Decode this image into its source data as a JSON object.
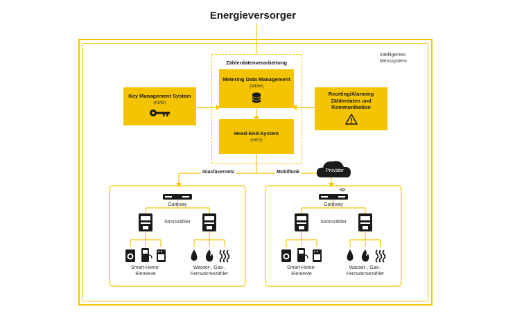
{
  "title": "Energieversorger",
  "ims_label_1": "Intelligentes",
  "ims_label_2": "Messsystem",
  "zaehlerdaten": "Zählerdatenverarbeitung",
  "mdm": {
    "title": "Metering Data Management",
    "sub": "(MDM)"
  },
  "hes": {
    "title": "Head-End-System",
    "sub": "(HES)"
  },
  "kms": {
    "title": "Key Management System",
    "sub": "(KMS)"
  },
  "reporting": {
    "line1": "Reorting/Alarming",
    "line2": "Zählerdaten und",
    "line3": "Kommunikation"
  },
  "link_left": "Glasfasernetz",
  "link_right": "Mobilfunk",
  "provider": "Provider",
  "panels": [
    {
      "gateway": "Gateway",
      "stromzaehler": "Stromzähler",
      "smart1": "Smart-Home-",
      "smart2": "Elemente",
      "wasser1": "Wasser-, Gas-,",
      "wasser2": "Fernwärmezähler"
    },
    {
      "gateway": "Gateway",
      "stromzaehler": "Stromzähler",
      "smart1": "Smart-Home-",
      "smart2": "Elemente",
      "wasser1": "Wasser-, Gas-,",
      "wasser2": "Fernwärmezähler"
    }
  ],
  "colors": {
    "accent": "#f5c400",
    "dark": "#1a1a1a"
  }
}
